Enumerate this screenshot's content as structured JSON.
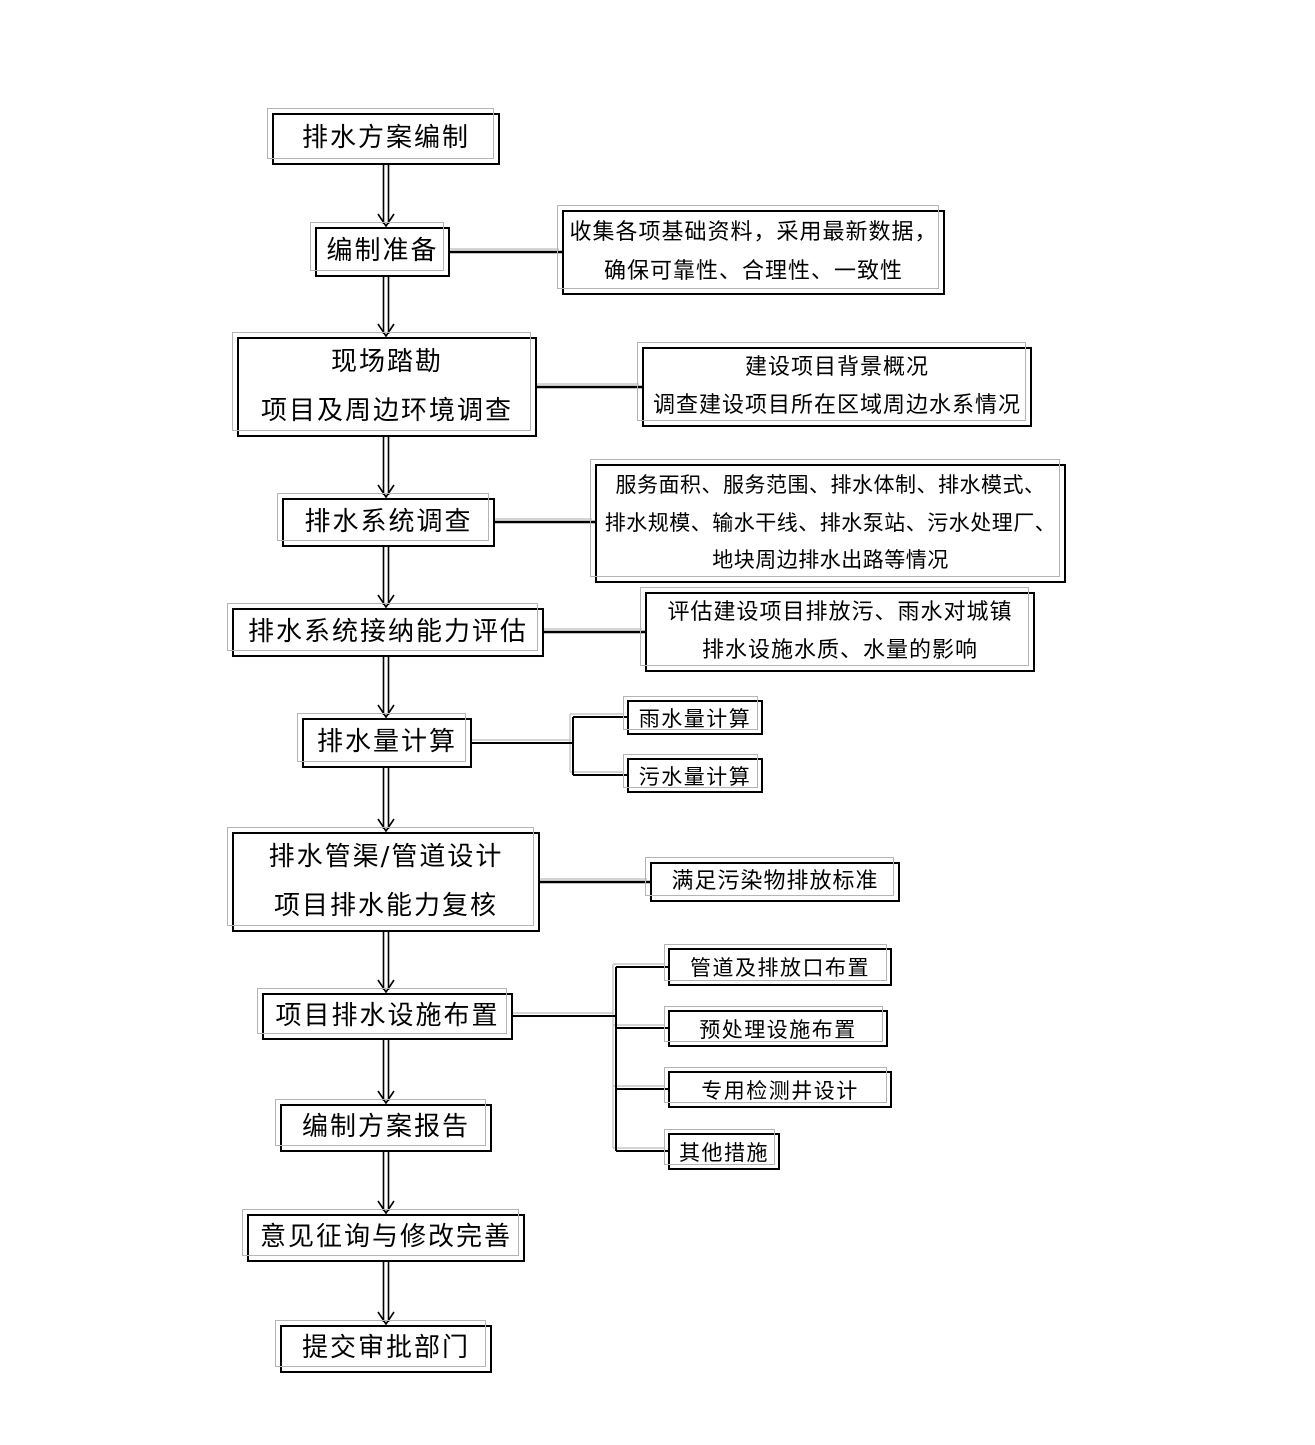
{
  "palette": {
    "line_color": "#000000",
    "shadow_color": "#b4b4b4",
    "box_background": "#ffffff",
    "text_color": "#000000"
  },
  "main_steps": [
    {
      "lines": [
        "排水方案编制"
      ]
    },
    {
      "lines": [
        "编制准备"
      ]
    },
    {
      "lines": [
        "现场踏勘",
        "项目及周边环境调查"
      ]
    },
    {
      "lines": [
        "排水系统调查"
      ]
    },
    {
      "lines": [
        "排水系统接纳能力评估"
      ]
    },
    {
      "lines": [
        "排水量计算"
      ]
    },
    {
      "lines": [
        "排水管渠/管道设计",
        "项目排水能力复核"
      ]
    },
    {
      "lines": [
        "项目排水设施布置"
      ]
    },
    {
      "lines": [
        "编制方案报告"
      ]
    },
    {
      "lines": [
        "意见征询与修改完善"
      ]
    },
    {
      "lines": [
        "提交审批部门"
      ]
    }
  ],
  "annotations": [
    {
      "lines": [
        "收集各项基础资料，采用最新数据，",
        "确保可靠性、合理性、一致性"
      ]
    },
    {
      "lines": [
        "建设项目背景概况",
        "调查建设项目所在区域周边水系情况"
      ]
    },
    {
      "lines": [
        "服务面积、服务范围、排水体制、排水模式、",
        "排水规模、输水干线、排水泵站、污水处理厂、",
        "地块周边排水出路等情况"
      ]
    },
    {
      "lines": [
        "评估建设项目排放污、雨水对城镇",
        "排水设施水质、水量的影响"
      ]
    },
    {
      "lines": [
        "满足污染物排放标准"
      ]
    }
  ],
  "calculation_branches": [
    {
      "label": "雨水量计算"
    },
    {
      "label": "污水量计算"
    }
  ],
  "facility_branches": [
    {
      "label": "管道及排放口布置"
    },
    {
      "label": "预处理设施布置"
    },
    {
      "label": "专用检测井设计"
    },
    {
      "label": "其他措施"
    }
  ]
}
